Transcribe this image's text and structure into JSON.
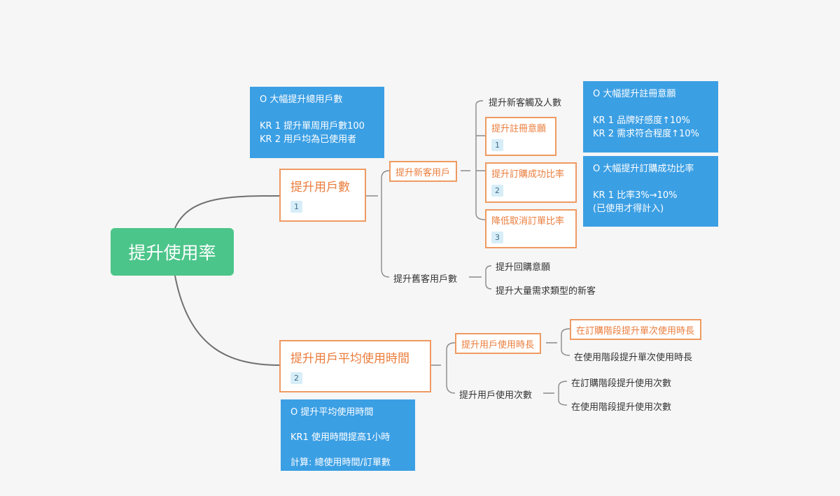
{
  "root": {
    "label": "提升使用率"
  },
  "branches": [
    {
      "label": "提升用戶數",
      "badge": "1",
      "note": {
        "o": "O 大幅提升總用戶數",
        "kr1": "KR 1 提升單周用戶數100",
        "kr2": "KR 2 用戶均為已使用者"
      },
      "children": [
        {
          "label": "提升新客用戶",
          "children": [
            {
              "label": "提升新客觸及人數"
            },
            {
              "label": "提升註冊意願",
              "badge": "1"
            },
            {
              "label": "提升訂購成功比率",
              "badge": "2"
            },
            {
              "label": "降低取消訂單比率",
              "badge": "3"
            }
          ]
        },
        {
          "label": "提升舊客用戶數",
          "children": [
            {
              "label": "提升回購意願"
            },
            {
              "label": "提升大量需求類型的新客"
            }
          ]
        }
      ]
    },
    {
      "label": "提升用戶平均使用時間",
      "badge": "2",
      "note": {
        "o": "O 提升平均使用時間",
        "kr1": "KR1 使用時間提高1小時",
        "calc": "計算: 總使用時間/訂單數"
      },
      "children": [
        {
          "label": "提升用戶使用時長",
          "children": [
            {
              "label": "在訂購階段提升單次使用時長"
            },
            {
              "label": "在使用階段提升單次使用時長"
            }
          ]
        },
        {
          "label": "提升用戶使用次數",
          "children": [
            {
              "label": "在訂購階段提升使用次數"
            },
            {
              "label": "在使用階段提升使用次數"
            }
          ]
        }
      ]
    }
  ],
  "notes": {
    "register": {
      "o": "O 大幅提升註冊意願",
      "kr1": "KR 1 品牌好感度↑10%",
      "kr2": "KR 2 需求符合程度↑10%"
    },
    "order": {
      "o": "O 大幅提升訂購成功比率",
      "kr1": "KR 1 比率3%→10%",
      "kr1b": "(已使用才得計入)"
    }
  },
  "colors": {
    "root": "#4cc58a",
    "accent": "#ea7d3c",
    "note": "#3b9fe4",
    "badge": "#d7eef9"
  }
}
